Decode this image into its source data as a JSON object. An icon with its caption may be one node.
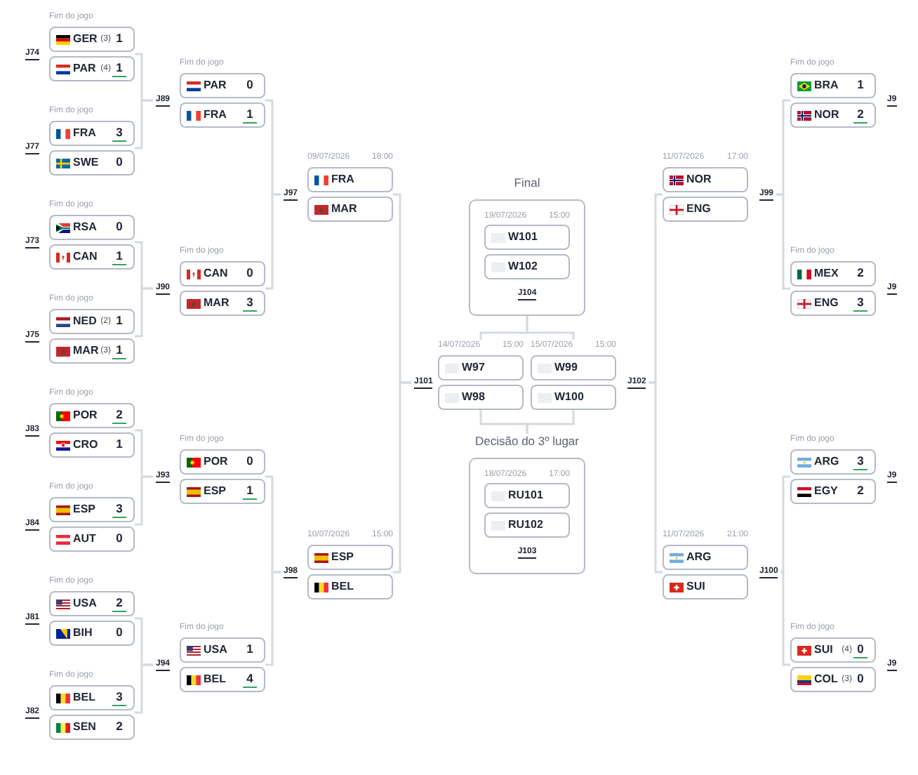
{
  "diagram": {
    "nodes": [
      {
        "text": [
          "Fim do jogo"
        ],
        "beside": [
          "J74"
        ]
      },
      {
        "text": [
          "GER",
          "(3)",
          "1"
        ],
        "in": 0
      },
      {
        "text": [
          "PAR",
          "(4)",
          "1"
        ],
        "in": 0
      },
      {
        "text": [
          "Fim do jogo"
        ],
        "beside": [
          "J77"
        ]
      },
      {
        "text": [
          "FRA",
          "3"
        ],
        "in": 3
      },
      {
        "text": [
          "SWE",
          "0"
        ],
        "in": 3
      },
      {
        "text": [
          "Fim do jogo"
        ],
        "beside": [
          "J73"
        ]
      },
      {
        "text": [
          "RSA",
          "0"
        ],
        "in": 6
      },
      {
        "text": [
          "CAN",
          "1"
        ],
        "in": 6
      },
      {
        "text": [
          "Fim do jogo"
        ],
        "beside": [
          "J75"
        ]
      },
      {
        "text": [
          "NED",
          "(2)",
          "1"
        ],
        "in": 9
      },
      {
        "text": [
          "MAR",
          "(3)",
          "1"
        ],
        "in": 9
      },
      {
        "text": [
          "Fim do jogo"
        ],
        "beside": [
          "J83"
        ]
      },
      {
        "text": [
          "POR",
          "2"
        ],
        "in": 12
      },
      {
        "text": [
          "CRO",
          "1"
        ],
        "in": 12
      },
      {
        "text": [
          "Fim do jogo"
        ],
        "beside": [
          "J84"
        ]
      },
      {
        "text": [
          "ESP",
          "3"
        ],
        "in": 15
      },
      {
        "text": [
          "AUT",
          "0"
        ],
        "in": 15
      },
      {
        "text": [
          "Fim do jogo"
        ],
        "beside": [
          "J81"
        ]
      },
      {
        "text": [
          "USA",
          "2"
        ],
        "in": 18
      },
      {
        "text": [
          "BIH",
          "0"
        ],
        "in": 18
      },
      {
        "text": [
          "Fim do jogo"
        ],
        "beside": [
          "J82"
        ]
      },
      {
        "text": [
          "BEL",
          "3"
        ],
        "in": 21
      },
      {
        "text": [
          "SEN",
          "2"
        ],
        "in": 21
      },
      {
        "text": [
          "Fim do jogo"
        ],
        "beside": [
          "J89"
        ]
      },
      {
        "text": [
          "PAR",
          "0"
        ],
        "in": 24
      },
      {
        "text": [
          "FRA",
          "1"
        ],
        "in": 24
      },
      {
        "text": [
          "Fim do jogo"
        ],
        "beside": [
          "J90"
        ]
      },
      {
        "text": [
          "CAN",
          "0"
        ],
        "in": 27
      },
      {
        "text": [
          "MAR",
          "3"
        ],
        "in": 27
      },
      {
        "text": [
          "Fim do jogo"
        ],
        "beside": [
          "J93"
        ]
      },
      {
        "text": [
          "POR",
          "0"
        ],
        "in": 30
      },
      {
        "text": [
          "ESP",
          "1"
        ],
        "in": 30
      },
      {
        "text": [
          "Fim do jogo"
        ],
        "beside": [
          "J94"
        ]
      },
      {
        "text": [
          "USA",
          "1"
        ],
        "in": 33
      },
      {
        "text": [
          "BEL",
          "4"
        ],
        "in": 33
      },
      {
        "text": [
          "09/07/2026",
          "18:00"
        ],
        "beside": [
          "J97"
        ]
      },
      {
        "text": [
          "FRA"
        ],
        "in": 36
      },
      {
        "text": [
          "MAR"
        ],
        "in": 36
      },
      {
        "text": [
          "10/07/2026",
          "15:00"
        ],
        "beside": [
          "J98"
        ]
      },
      {
        "text": [
          "ESP"
        ],
        "in": 39
      },
      {
        "text": [
          "BEL"
        ],
        "in": 39
      },
      {
        "text": [
          "Final",
          "19/07/2026",
          "15:00",
          "J104"
        ]
      },
      {
        "text": [
          "W101"
        ],
        "in": 42
      },
      {
        "text": [
          "W102"
        ],
        "in": 42
      },
      {
        "text": [
          "14/07/2026",
          "15:00"
        ],
        "beside": [
          "J101"
        ]
      },
      {
        "text": [
          "W97"
        ],
        "in": 45
      },
      {
        "text": [
          "W98"
        ],
        "in": 45
      },
      {
        "text": [
          "15/07/2026",
          "15:00"
        ],
        "beside": [
          "J102"
        ]
      },
      {
        "text": [
          "W99"
        ],
        "in": 48
      },
      {
        "text": [
          "W100"
        ],
        "in": 48
      },
      {
        "text": [
          "Decisão do 3º lugar",
          "18/07/2026",
          "17:00",
          "J103"
        ]
      },
      {
        "text": [
          "RU101"
        ],
        "in": 51
      },
      {
        "text": [
          "RU102"
        ],
        "in": 51
      },
      {
        "text": [
          "11/07/2026",
          "17:00"
        ],
        "beside": [
          "J99"
        ]
      },
      {
        "text": [
          "NOR"
        ],
        "in": 54
      },
      {
        "text": [
          "ENG"
        ],
        "in": 54
      },
      {
        "text": [
          "11/07/2026",
          "21:00"
        ],
        "beside": [
          "J100"
        ]
      },
      {
        "text": [
          "ARG"
        ],
        "in": 57
      },
      {
        "text": [
          "SUI"
        ],
        "in": 57
      },
      {
        "text": [
          "Fim do jogo"
        ],
        "beside": [
          "J9"
        ]
      },
      {
        "text": [
          "BRA",
          "1"
        ],
        "in": 60
      },
      {
        "text": [
          "NOR",
          "2"
        ],
        "in": 60
      },
      {
        "text": [
          "Fim do jogo"
        ],
        "beside": [
          "J9"
        ]
      },
      {
        "text": [
          "MEX",
          "2"
        ],
        "in": 63
      },
      {
        "text": [
          "ENG",
          "3"
        ],
        "in": 63
      },
      {
        "text": [
          "Fim do jogo"
        ],
        "beside": [
          "J9"
        ]
      },
      {
        "text": [
          "ARG",
          "3"
        ],
        "in": 66
      },
      {
        "text": [
          "EGY",
          "2"
        ],
        "in": 66
      },
      {
        "text": [
          "Fim do jogo"
        ],
        "beside": [
          "J9"
        ]
      },
      {
        "text": [
          "SUI",
          "(4)",
          "0"
        ],
        "in": 69
      },
      {
        "text": [
          "COL",
          "(3)",
          "0"
        ],
        "in": 69
      }
    ],
    "edges": [
      {
        "from": 0,
        "to": 24,
        "arrow": "none"
      },
      {
        "from": 3,
        "to": 24,
        "arrow": "none"
      },
      {
        "from": 6,
        "to": 27,
        "arrow": "none"
      },
      {
        "from": 9,
        "to": 27,
        "arrow": "none"
      },
      {
        "from": 12,
        "to": 30,
        "arrow": "none"
      },
      {
        "from": 15,
        "to": 30,
        "arrow": "none"
      },
      {
        "from": 18,
        "to": 33,
        "arrow": "none"
      },
      {
        "from": 21,
        "to": 33,
        "arrow": "none"
      },
      {
        "from": 24,
        "to": 36,
        "arrow": "none"
      },
      {
        "from": 27,
        "to": 36,
        "arrow": "none"
      },
      {
        "from": 30,
        "to": 39,
        "arrow": "none"
      },
      {
        "from": 33,
        "to": 39,
        "arrow": "none"
      },
      {
        "from": 36,
        "to": 45,
        "arrow": "none"
      },
      {
        "from": 39,
        "to": 45,
        "arrow": "none"
      },
      {
        "from": 45,
        "to": 42,
        "arrow": "none"
      },
      {
        "from": 48,
        "to": 42,
        "arrow": "none"
      },
      {
        "from": 45,
        "to": 51,
        "arrow": "none"
      },
      {
        "from": 48,
        "to": 51,
        "arrow": "none"
      },
      {
        "from": 54,
        "to": 48,
        "arrow": "none"
      },
      {
        "from": 57,
        "to": 48,
        "arrow": "none"
      },
      {
        "from": 60,
        "to": 54,
        "arrow": "none"
      },
      {
        "from": 63,
        "to": 54,
        "arrow": "none"
      },
      {
        "from": 66,
        "to": 57,
        "arrow": "none"
      },
      {
        "from": 69,
        "to": 57,
        "arrow": "none"
      }
    ]
  }
}
